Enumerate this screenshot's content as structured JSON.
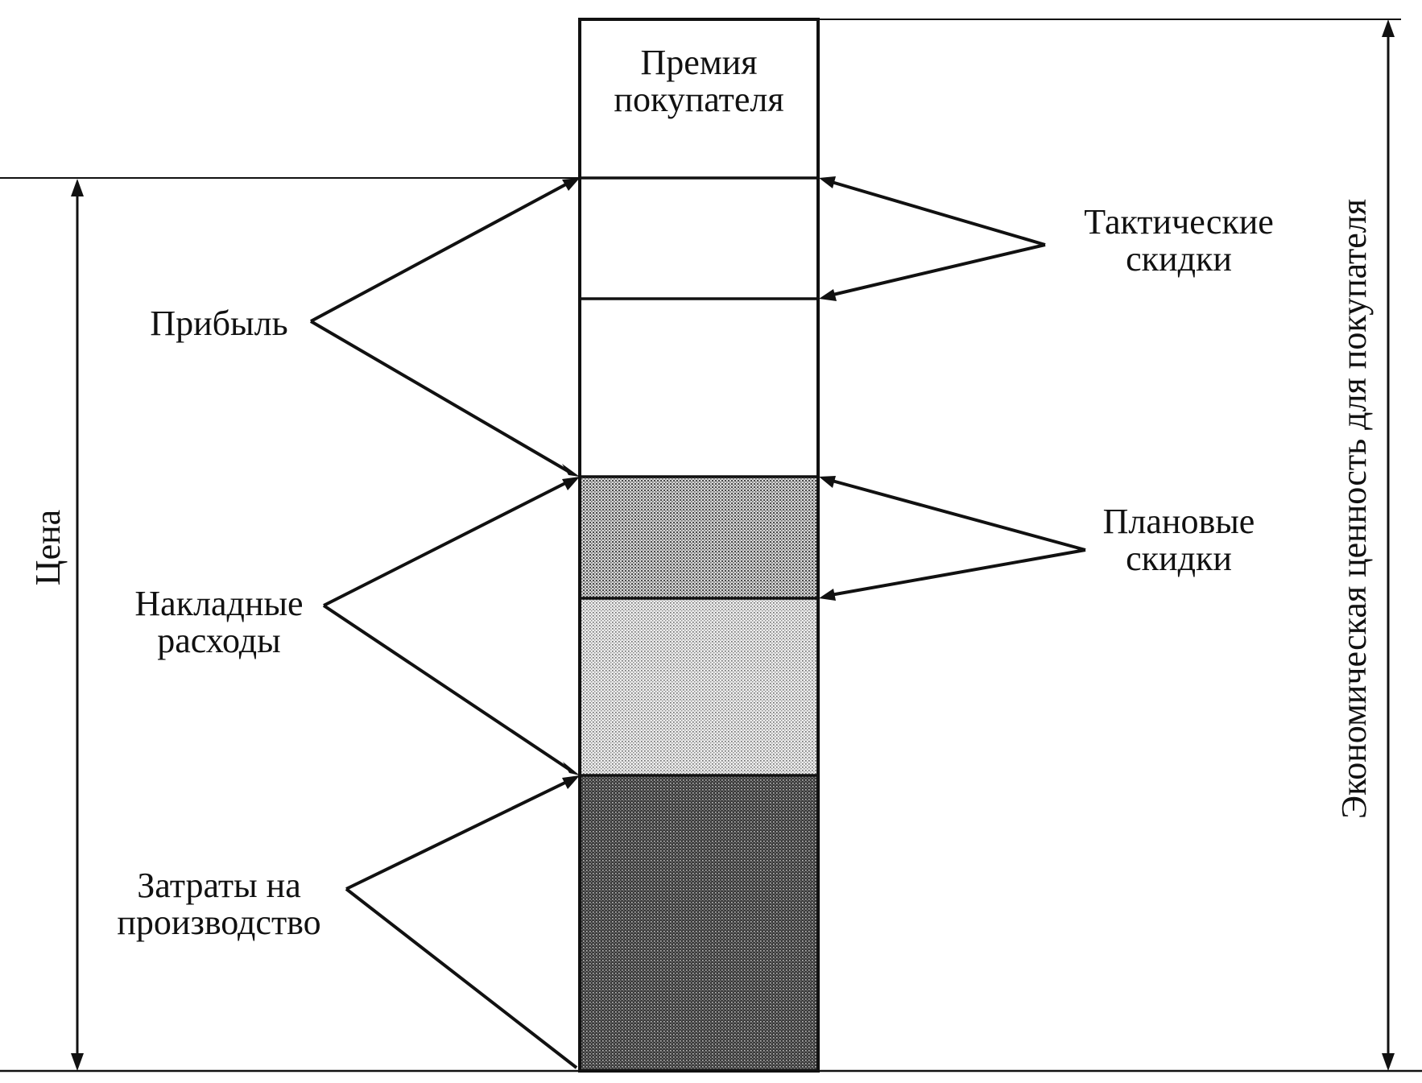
{
  "column": {
    "premium_label": [
      "Премия",
      "покупателя"
    ]
  },
  "labels": {
    "profit": [
      "Прибыль"
    ],
    "overhead": [
      "Накладные",
      "расходы"
    ],
    "production_costs": [
      "Затраты на",
      "производство"
    ],
    "tactical_discounts": [
      "Тактические",
      "скидки"
    ],
    "planned_discounts": [
      "Плановые",
      "скидки"
    ]
  },
  "axes": {
    "price": "Цена",
    "economic_value": "Экономическая ценность для покупателя"
  },
  "colors": {
    "ink": "#111111",
    "overhead_top_fill": "#b4b4b4",
    "overhead_bottom_fill": "#d0d0d0",
    "production_fill": "#555555"
  }
}
